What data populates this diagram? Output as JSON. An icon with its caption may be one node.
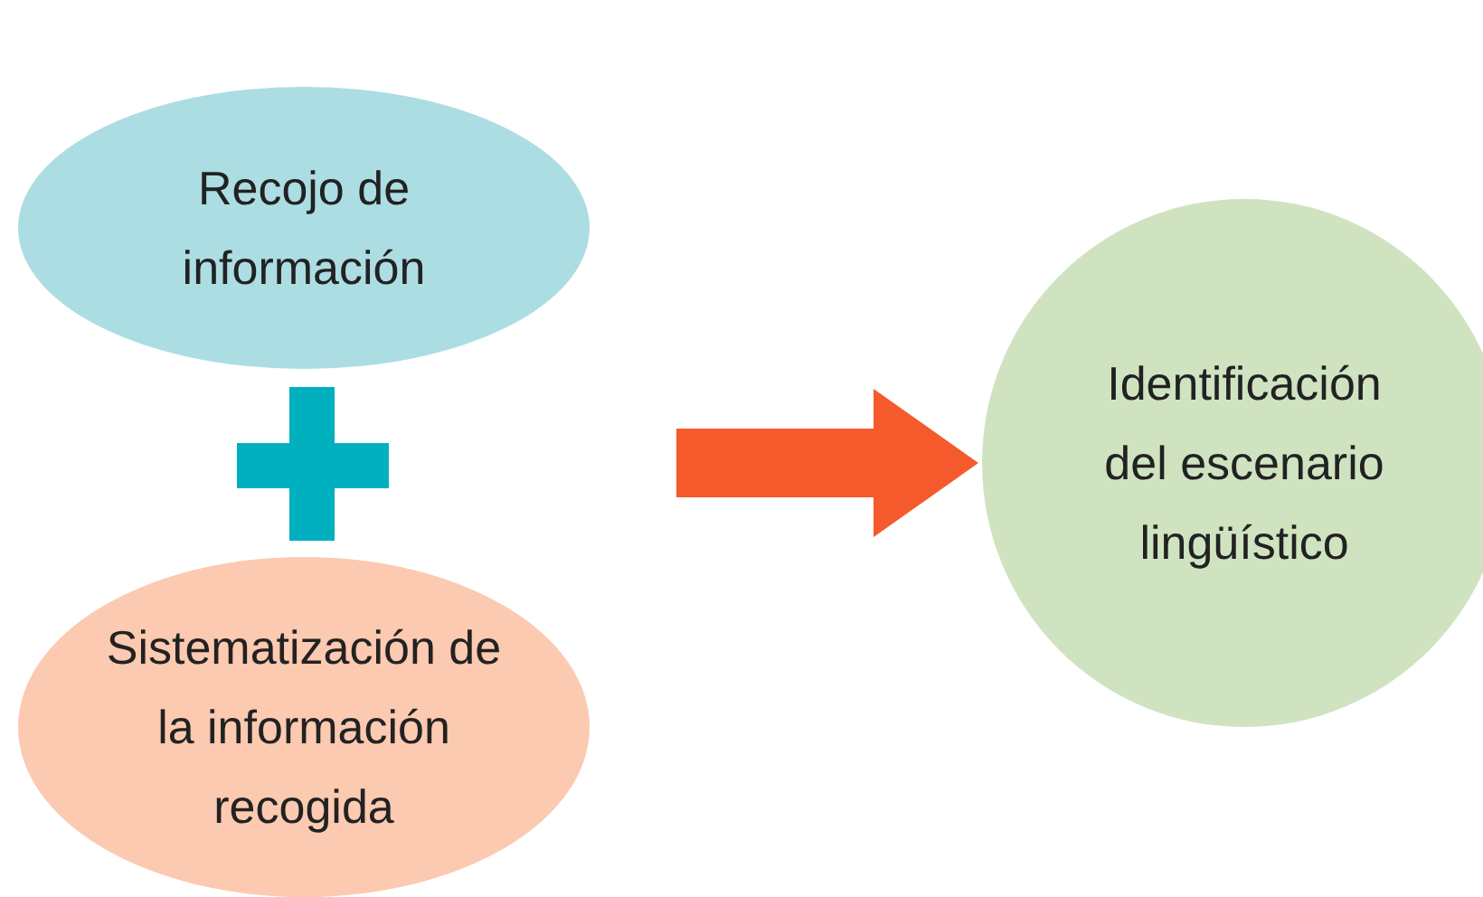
{
  "diagram": {
    "nodes": [
      {
        "text": [
          "Recojo de información"
        ]
      },
      {
        "text": [
          "Sistematización de la información recogida"
        ]
      },
      {
        "text": [
          "Identificación del escenario lingüístico"
        ]
      }
    ],
    "edges": [
      {
        "from": null,
        "to": 2,
        "arrow": "to",
        "style": "thick",
        "color": "#f55a2c"
      }
    ]
  }
}
